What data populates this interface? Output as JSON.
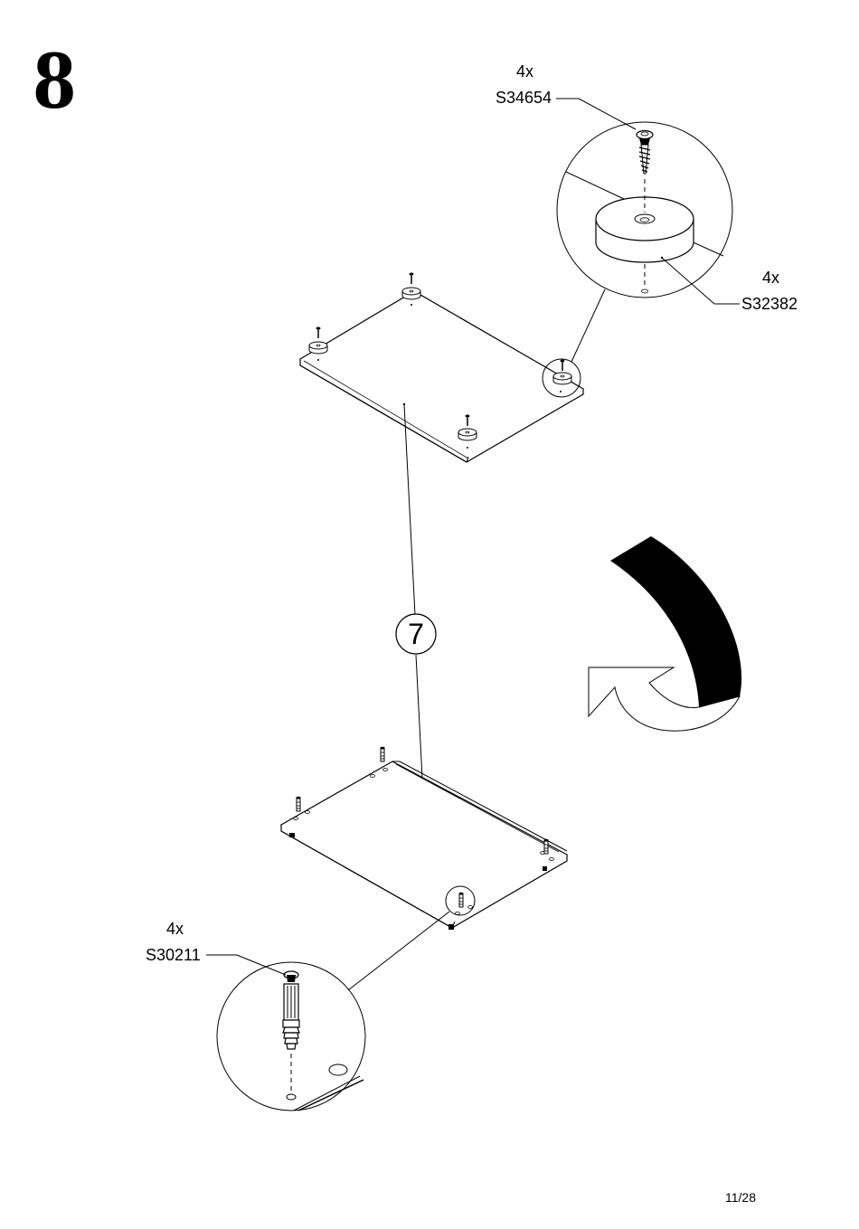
{
  "step": {
    "number": "8"
  },
  "callouts": {
    "screw": {
      "qty": "4x",
      "code": "S34654"
    },
    "foot": {
      "qty": "4x",
      "code": "S32382"
    },
    "dowel": {
      "qty": "4x",
      "code": "S30211"
    }
  },
  "part_label": "7",
  "page_number": "11/28",
  "colors": {
    "ink": "#000000",
    "paper": "#ffffff"
  },
  "icons": [
    "screw-icon",
    "foot-pad-icon",
    "cam-dowel-icon",
    "flip-arrow-icon"
  ]
}
